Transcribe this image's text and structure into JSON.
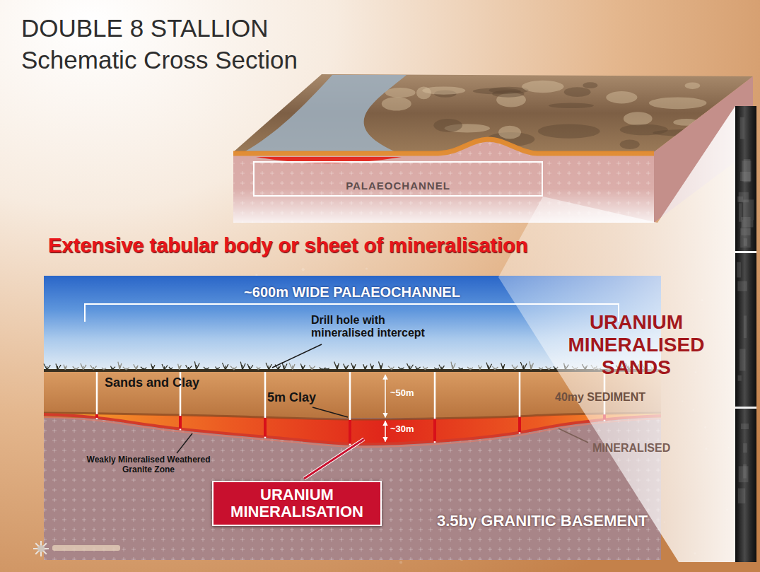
{
  "diagram": {
    "title": "DOUBLE 8 STALLION",
    "nodes": [
      {
        "text": [
          "PALAEOCHANNEL"
        ]
      },
      {
        "text": [
          "URANIUM MINERALISATION"
        ]
      }
    ],
    "labels": [
      "Schematic Cross Section",
      "Extensive tabular body or sheet of mineralisation",
      "~600m WIDE PALAEOCHANNEL",
      "Drill hole with mineralised intercept",
      "Sands and Clay",
      "5m Clay",
      "~50m",
      "~30m",
      "40my SEDIMENT",
      "Weakly Mineralised Weathered Granite Zone",
      "MINERALISED",
      "3.5by GRANITIC BASEMENT",
      "URANIUM MINERALISED SANDS"
    ]
  }
}
